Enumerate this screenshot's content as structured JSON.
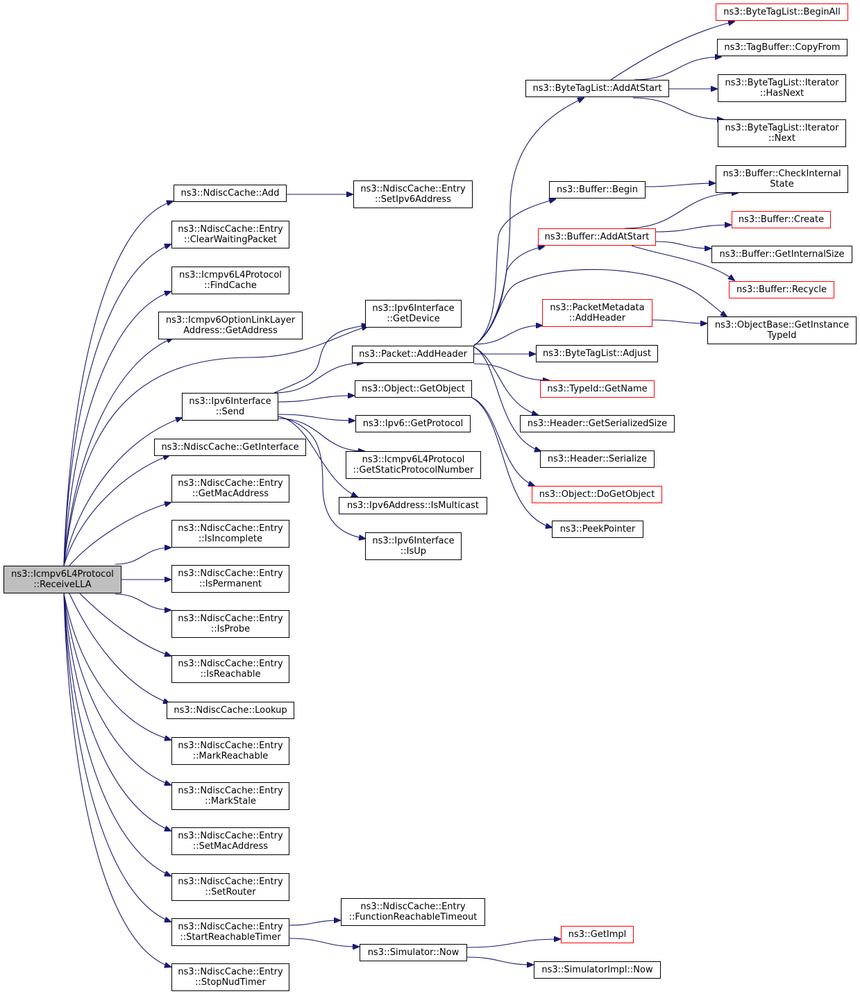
{
  "diagram": {
    "title": "ns3::Icmpv6L4Protocol::ReceiveLLA call graph",
    "colors": {
      "edge": "#191970",
      "node_border": "#000000",
      "truncated_border": "#ff0000",
      "root_fill": "#bfbfbf"
    },
    "nodes": [
      {
        "id": "root",
        "label": "ns3::Icmpv6L4Protocol\n::ReceiveLLA",
        "kind": "root"
      },
      {
        "id": "ndisc-add",
        "label": "ns3::NdiscCache::Add",
        "kind": "normal"
      },
      {
        "id": "set-ipv6-address",
        "label": "ns3::NdiscCache::Entry\n::SetIpv6Address",
        "kind": "normal"
      },
      {
        "id": "clear-waiting-packet",
        "label": "ns3::NdiscCache::Entry\n::ClearWaitingPacket",
        "kind": "normal"
      },
      {
        "id": "find-cache",
        "label": "ns3::Icmpv6L4Protocol\n::FindCache",
        "kind": "normal"
      },
      {
        "id": "option-get-address",
        "label": "ns3::Icmpv6OptionLinkLayer\nAddress::GetAddress",
        "kind": "normal"
      },
      {
        "id": "ipv6if-get-device",
        "label": "ns3::Ipv6Interface\n::GetDevice",
        "kind": "normal"
      },
      {
        "id": "ipv6if-send",
        "label": "ns3::Ipv6Interface\n::Send",
        "kind": "normal"
      },
      {
        "id": "packet-add-header",
        "label": "ns3::Packet::AddHeader",
        "kind": "normal"
      },
      {
        "id": "object-get-object",
        "label": "ns3::Object::GetObject",
        "kind": "normal"
      },
      {
        "id": "ipv6-get-protocol",
        "label": "ns3::Ipv6::GetProtocol",
        "kind": "normal"
      },
      {
        "id": "get-static-protocol-number",
        "label": "ns3::Icmpv6L4Protocol\n::GetStaticProtocolNumber",
        "kind": "normal"
      },
      {
        "id": "ipv6address-is-multicast",
        "label": "ns3::Ipv6Address::IsMulticast",
        "kind": "normal"
      },
      {
        "id": "ipv6if-is-up",
        "label": "ns3::Ipv6Interface\n::IsUp",
        "kind": "normal"
      },
      {
        "id": "ndisc-get-interface",
        "label": "ns3::NdiscCache::GetInterface",
        "kind": "normal"
      },
      {
        "id": "get-mac-address",
        "label": "ns3::NdiscCache::Entry\n::GetMacAddress",
        "kind": "normal"
      },
      {
        "id": "is-incomplete",
        "label": "ns3::NdiscCache::Entry\n::IsIncomplete",
        "kind": "normal"
      },
      {
        "id": "is-permanent",
        "label": "ns3::NdiscCache::Entry\n::IsPermanent",
        "kind": "normal"
      },
      {
        "id": "is-probe",
        "label": "ns3::NdiscCache::Entry\n::IsProbe",
        "kind": "normal"
      },
      {
        "id": "is-reachable",
        "label": "ns3::NdiscCache::Entry\n::IsReachable",
        "kind": "normal"
      },
      {
        "id": "ndisc-lookup",
        "label": "ns3::NdiscCache::Lookup",
        "kind": "normal"
      },
      {
        "id": "mark-reachable",
        "label": "ns3::NdiscCache::Entry\n::MarkReachable",
        "kind": "normal"
      },
      {
        "id": "mark-stale",
        "label": "ns3::NdiscCache::Entry\n::MarkStale",
        "kind": "normal"
      },
      {
        "id": "set-mac-address",
        "label": "ns3::NdiscCache::Entry\n::SetMacAddress",
        "kind": "normal"
      },
      {
        "id": "set-router",
        "label": "ns3::NdiscCache::Entry\n::SetRouter",
        "kind": "normal"
      },
      {
        "id": "start-reachable-timer",
        "label": "ns3::NdiscCache::Entry\n::StartReachableTimer",
        "kind": "normal"
      },
      {
        "id": "stop-nud-timer",
        "label": "ns3::NdiscCache::Entry\n::StopNudTimer",
        "kind": "normal"
      },
      {
        "id": "function-reachable-timeout",
        "label": "ns3::NdiscCache::Entry\n::FunctionReachableTimeout",
        "kind": "normal"
      },
      {
        "id": "simulator-now",
        "label": "ns3::Simulator::Now",
        "kind": "normal"
      },
      {
        "id": "get-impl",
        "label": "ns3::GetImpl",
        "kind": "truncated"
      },
      {
        "id": "simulatorimpl-now",
        "label": "ns3::SimulatorImpl::Now",
        "kind": "normal"
      },
      {
        "id": "bytetaglist-add-at-start",
        "label": "ns3::ByteTagList::AddAtStart",
        "kind": "normal"
      },
      {
        "id": "bytetaglist-begin-all",
        "label": "ns3::ByteTagList::BeginAll",
        "kind": "truncated"
      },
      {
        "id": "tagbuffer-copy-from",
        "label": "ns3::TagBuffer::CopyFrom",
        "kind": "normal"
      },
      {
        "id": "iterator-has-next",
        "label": "ns3::ByteTagList::Iterator\n::HasNext",
        "kind": "normal"
      },
      {
        "id": "iterator-next",
        "label": "ns3::ByteTagList::Iterator\n::Next",
        "kind": "normal"
      },
      {
        "id": "buffer-begin",
        "label": "ns3::Buffer::Begin",
        "kind": "normal"
      },
      {
        "id": "buffer-check-internal-state",
        "label": "ns3::Buffer::CheckInternal\nState",
        "kind": "normal"
      },
      {
        "id": "buffer-add-at-start",
        "label": "ns3::Buffer::AddAtStart",
        "kind": "truncated"
      },
      {
        "id": "buffer-create",
        "label": "ns3::Buffer::Create",
        "kind": "truncated"
      },
      {
        "id": "buffer-get-internal-size",
        "label": "ns3::Buffer::GetInternalSize",
        "kind": "normal"
      },
      {
        "id": "buffer-recycle",
        "label": "ns3::Buffer::Recycle",
        "kind": "truncated"
      },
      {
        "id": "packetmetadata-add-header",
        "label": "ns3::PacketMetadata\n::AddHeader",
        "kind": "truncated"
      },
      {
        "id": "objectbase-get-instance-typeid",
        "label": "ns3::ObjectBase::GetInstance\nTypeId",
        "kind": "normal"
      },
      {
        "id": "bytetaglist-adjust",
        "label": "ns3::ByteTagList::Adjust",
        "kind": "normal"
      },
      {
        "id": "typeid-get-name",
        "label": "ns3::TypeId::GetName",
        "kind": "truncated"
      },
      {
        "id": "header-get-serialized-size",
        "label": "ns3::Header::GetSerializedSize",
        "kind": "normal"
      },
      {
        "id": "header-serialize",
        "label": "ns3::Header::Serialize",
        "kind": "normal"
      },
      {
        "id": "object-do-get-object",
        "label": "ns3::Object::DoGetObject",
        "kind": "truncated"
      },
      {
        "id": "peek-pointer",
        "label": "ns3::PeekPointer",
        "kind": "normal"
      }
    ],
    "edges": [
      [
        "root",
        "ndisc-add"
      ],
      [
        "root",
        "clear-waiting-packet"
      ],
      [
        "root",
        "find-cache"
      ],
      [
        "root",
        "option-get-address"
      ],
      [
        "root",
        "ipv6if-get-device"
      ],
      [
        "root",
        "ipv6if-send"
      ],
      [
        "root",
        "ndisc-get-interface"
      ],
      [
        "root",
        "get-mac-address"
      ],
      [
        "root",
        "is-incomplete"
      ],
      [
        "root",
        "is-permanent"
      ],
      [
        "root",
        "is-probe"
      ],
      [
        "root",
        "is-reachable"
      ],
      [
        "root",
        "ndisc-lookup"
      ],
      [
        "root",
        "mark-reachable"
      ],
      [
        "root",
        "mark-stale"
      ],
      [
        "root",
        "set-mac-address"
      ],
      [
        "root",
        "set-router"
      ],
      [
        "root",
        "start-reachable-timer"
      ],
      [
        "root",
        "stop-nud-timer"
      ],
      [
        "ndisc-add",
        "set-ipv6-address"
      ],
      [
        "ipv6if-send",
        "ipv6if-get-device"
      ],
      [
        "ipv6if-send",
        "packet-add-header"
      ],
      [
        "ipv6if-send",
        "object-get-object"
      ],
      [
        "ipv6if-send",
        "ipv6-get-protocol"
      ],
      [
        "ipv6if-send",
        "get-static-protocol-number"
      ],
      [
        "ipv6if-send",
        "ipv6address-is-multicast"
      ],
      [
        "ipv6if-send",
        "ipv6if-is-up"
      ],
      [
        "packet-add-header",
        "bytetaglist-add-at-start"
      ],
      [
        "packet-add-header",
        "buffer-begin"
      ],
      [
        "packet-add-header",
        "buffer-add-at-start"
      ],
      [
        "packet-add-header",
        "objectbase-get-instance-typeid"
      ],
      [
        "packet-add-header",
        "packetmetadata-add-header"
      ],
      [
        "packet-add-header",
        "bytetaglist-adjust"
      ],
      [
        "packet-add-header",
        "typeid-get-name"
      ],
      [
        "packet-add-header",
        "header-get-serialized-size"
      ],
      [
        "packet-add-header",
        "header-serialize"
      ],
      [
        "object-get-object",
        "object-do-get-object"
      ],
      [
        "object-get-object",
        "peek-pointer"
      ],
      [
        "bytetaglist-add-at-start",
        "bytetaglist-begin-all"
      ],
      [
        "bytetaglist-add-at-start",
        "tagbuffer-copy-from"
      ],
      [
        "bytetaglist-add-at-start",
        "iterator-has-next"
      ],
      [
        "bytetaglist-add-at-start",
        "iterator-next"
      ],
      [
        "buffer-begin",
        "buffer-check-internal-state"
      ],
      [
        "buffer-add-at-start",
        "buffer-check-internal-state"
      ],
      [
        "buffer-add-at-start",
        "buffer-create"
      ],
      [
        "buffer-add-at-start",
        "buffer-get-internal-size"
      ],
      [
        "buffer-add-at-start",
        "buffer-recycle"
      ],
      [
        "packetmetadata-add-header",
        "objectbase-get-instance-typeid"
      ],
      [
        "start-reachable-timer",
        "function-reachable-timeout"
      ],
      [
        "start-reachable-timer",
        "simulator-now"
      ],
      [
        "simulator-now",
        "get-impl"
      ],
      [
        "simulator-now",
        "simulatorimpl-now"
      ]
    ]
  }
}
